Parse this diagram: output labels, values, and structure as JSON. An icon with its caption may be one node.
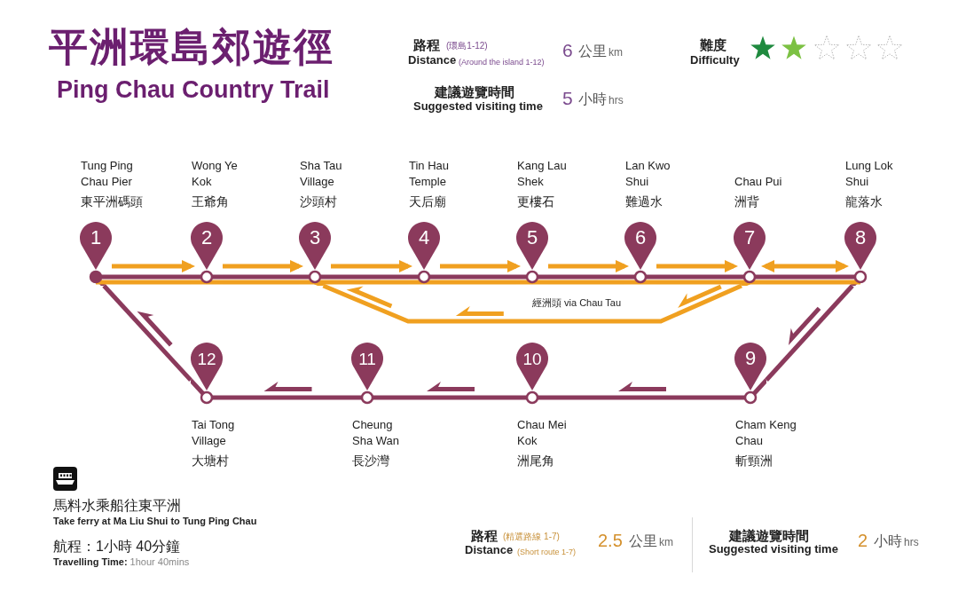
{
  "diagram": {
    "title": "平洲環島郊遊徑",
    "nodes": [
      {
        "text": [
          "1"
        ],
        "beside": [
          "Tung Ping Chau Pier",
          "東平洲碼頭"
        ]
      },
      {
        "text": [
          "2"
        ],
        "beside": [
          "Wong Ye Kok",
          "王爺角"
        ]
      },
      {
        "text": [
          "3"
        ],
        "beside": [
          "Sha Tau Village",
          "沙頭村"
        ]
      },
      {
        "text": [
          "4"
        ],
        "beside": [
          "Tin Hau Temple",
          "天后廟"
        ]
      },
      {
        "text": [
          "5"
        ],
        "beside": [
          "Kang Lau Shek",
          "更樓石"
        ]
      },
      {
        "text": [
          "6"
        ],
        "beside": [
          "Lan Kwo Shui",
          "難過水"
        ]
      },
      {
        "text": [
          "7"
        ],
        "beside": [
          "Chau Pui",
          "洲背"
        ]
      },
      {
        "text": [
          "8"
        ],
        "beside": [
          "Lung Lok Shui",
          "龍落水"
        ]
      },
      {
        "text": [
          "9"
        ],
        "beside": [
          "Cham Keng Chau",
          "斬頸洲"
        ]
      },
      {
        "text": [
          "10"
        ],
        "beside": [
          "Chau Mei Kok",
          "洲尾角"
        ]
      },
      {
        "text": [
          "11"
        ],
        "beside": [
          "Cheung Sha Wan",
          "長沙灣"
        ]
      },
      {
        "text": [
          "12"
        ],
        "beside": [
          "Tai Tong Village",
          "大塘村"
        ]
      }
    ],
    "edges": [
      {
        "from": 0,
        "to": 1,
        "arrow": "none",
        "color": "#8b3a5c"
      },
      {
        "from": 1,
        "to": 2,
        "arrow": "none",
        "color": "#8b3a5c"
      },
      {
        "from": 2,
        "to": 3,
        "arrow": "none",
        "color": "#8b3a5c"
      },
      {
        "from": 3,
        "to": 4,
        "arrow": "none",
        "color": "#8b3a5c"
      },
      {
        "from": 4,
        "to": 5,
        "arrow": "none",
        "color": "#8b3a5c"
      },
      {
        "from": 5,
        "to": 6,
        "arrow": "none",
        "color": "#8b3a5c"
      },
      {
        "from": 6,
        "to": 7,
        "arrow": "none",
        "color": "#8b3a5c"
      },
      {
        "from": 7,
        "to": 8,
        "arrow": "none",
        "color": "#8b3a5c"
      },
      {
        "from": 8,
        "to": 9,
        "arrow": "none",
        "color": "#8b3a5c"
      },
      {
        "from": 9,
        "to": 10,
        "arrow": "none",
        "color": "#8b3a5c"
      },
      {
        "from": 10,
        "to": 11,
        "arrow": "none",
        "color": "#8b3a5c"
      },
      {
        "from": 11,
        "to": 0,
        "arrow": "none",
        "color": "#8b3a5c"
      },
      {
        "from": 0,
        "to": 1,
        "arrow": "none"
      },
      {
        "from": 1,
        "to": 2,
        "arrow": "none"
      },
      {
        "from": 2,
        "to": 3,
        "arrow": "none"
      },
      {
        "from": 3,
        "to": 4,
        "arrow": "none"
      },
      {
        "from": 4,
        "to": 5,
        "arrow": "none"
      },
      {
        "from": 5,
        "to": 6,
        "arrow": "none"
      },
      {
        "from": 6,
        "to": 7,
        "arrow": "none"
      },
      {
        "from": 6,
        "to": 2,
        "arrow": "none",
        "label": "經洲頭 via Chau Tau"
      },
      {
        "from": 0,
        "to": 1,
        "arrow": "to"
      },
      {
        "from": 1,
        "to": 2,
        "arrow": "to"
      },
      {
        "from": 2,
        "to": 3,
        "arrow": "to"
      },
      {
        "from": 3,
        "to": 4,
        "arrow": "to"
      },
      {
        "from": 4,
        "to": 5,
        "arrow": "to"
      },
      {
        "from": 5,
        "to": 6,
        "arrow": "to"
      },
      {
        "from": 6,
        "to": 7,
        "arrow": "both"
      }
    ],
    "labels": [
      "Ping Chau Country Trail",
      "路程",
      "(環島1-12)",
      "Distance",
      "(Around the island 1-12)",
      "6",
      "公里",
      "km",
      "難度",
      "Difficulty",
      "建議遊覽時間",
      "Suggested visiting time",
      "5",
      "小時",
      "hrs",
      "馬料水乘船往東平洲",
      "Take ferry at Ma Liu Shui to Tung Ping Chau",
      "航程：1小時 40分鐘",
      "**Travelling Time:** 1hour 40mins",
      "路程",
      "(精選路線 1-7)",
      "Distance",
      "(Short route 1-7)",
      "2.5",
      "公里",
      "km",
      "建議遊覽時間",
      "Suggested visiting time",
      "2",
      "小時",
      "hrs"
    ]
  }
}
